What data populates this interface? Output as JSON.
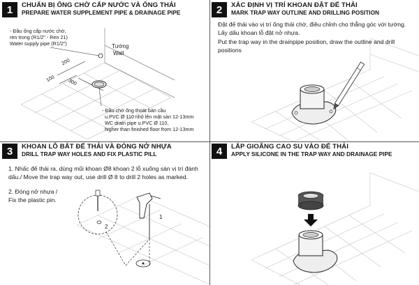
{
  "steps": [
    {
      "number": "1",
      "title_vi": "CHUẨN BỊ ỐNG CHỜ CẤP NƯỚC VÀ ỐNG THẢI",
      "title_en": "PREPARE WATER SUPPLEMENT PIPE & DRAINAGE PIPE",
      "labels": {
        "supply_vi": "- Đầu ống cấp nước chờ,",
        "supply_vi2": "ren trong (R1/2\" - Ren 21)",
        "supply_en": "Water supply pipe (R1/2\")",
        "wall_vi": "Tường",
        "wall_en": "Wall",
        "dim_200": "200",
        "dim_100": "100",
        "dim_300": "300",
        "drain_vi": "- Đầu chờ ống thoát bàn cầu",
        "drain_vi2": "u.PVC Ø 110 nhô lên mặt sàn 12-13mm",
        "drain_en": "WC drain pipe u.PVC Ø 110,",
        "drain_en2": "higher than finished floor from 12-13mm"
      }
    },
    {
      "number": "2",
      "title_vi": "XÁC ĐỊNH VỊ TRÍ KHOAN ĐẶT ĐẾ THẢI",
      "title_en": "MARK TRAP WAY OUTLINE AND DRILLING POSITION",
      "text_vi": "Đặt đế thải vào vị trí ống thải chờ, điều chỉnh cho thẳng góc với tường. Lấy dấu khoan lỗ đặt nở nhựa.",
      "text_en": "Put the trap way in the drainpipe position, draw the outline and drill positions"
    },
    {
      "number": "3",
      "title_vi": "KHOAN LỖ BẮT ĐẾ THẢI VÀ ĐÓNG NỞ NHỰA",
      "title_en": "DRILL TRAP WAY HOLES AND FIX PLASTIC PILL",
      "text_1": "1. Nhấc đế thải ra, dùng mũi khoan Ø8 khoan 2 lỗ xuống sàn vị trí đánh dấu./ Move the trap way out, use drill Ø 8 to drill 2 holes as marked.",
      "text_2": "2. Đóng nở nhựa /",
      "text_2b": "Fix the plastic pin.",
      "label_1": "1",
      "label_2": "2"
    },
    {
      "number": "4",
      "title_vi": "LẮP GIOĂNG CAO SU VÀO ĐẾ THẢI",
      "title_en": "APPLY SILICONE IN THE TRAP WAY AND DRAINAGE PIPE"
    }
  ]
}
